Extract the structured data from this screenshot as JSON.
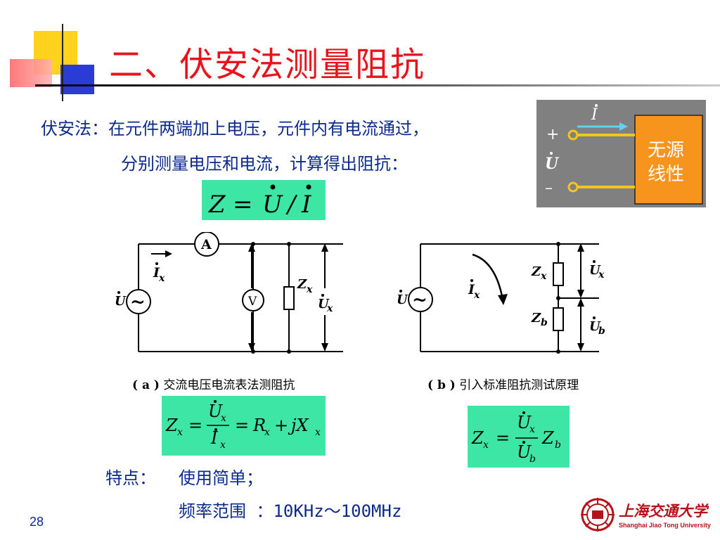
{
  "slide": {
    "title": "二、伏安法测量阻抗",
    "intro_line1": "伏安法：在元件两端加上电压，元件内有电流通过，",
    "intro_line2": "分别测量电压和电流，计算得出阻抗：",
    "formula_main": {
      "z": "Z",
      "eq": "=",
      "u": "U",
      "slash": "/",
      "i": "I"
    },
    "features_label": "特点：",
    "feature1": "使用简单；",
    "feature2": "频率范围 ：10KHz～100MHz",
    "page_number": "28"
  },
  "inset": {
    "plus": "+",
    "minus": "–",
    "u_label": "U",
    "i_label": "I",
    "box_line1": "无源",
    "box_line2": "线性",
    "box_color": "#f7941d",
    "bg_color": "#808080",
    "wire_color": "#f7c31d",
    "arrow_color": "#5fd3e8"
  },
  "circuit_a": {
    "ammeter": "A",
    "voltmeter": "V",
    "current": "I",
    "current_sub": "x",
    "source_u": "U",
    "source_sym": "~",
    "zx": "Z",
    "zx_sub": "x",
    "ux": "U",
    "ux_sub": "x",
    "caption_tag": "( a )",
    "caption": "交流电压电流表法测阻抗"
  },
  "circuit_b": {
    "current": "I",
    "current_sub": "x",
    "source_u": "U",
    "source_sym": "~",
    "zx": "Z",
    "zx_sub": "x",
    "zb": "Z",
    "zb_sub": "b",
    "ux": "U",
    "ux_sub": "x",
    "ub": "U",
    "ub_sub": "b",
    "caption_tag": "( b )",
    "caption": "引入标准阻抗测试原理"
  },
  "formula_a": {
    "z": "Z",
    "z_sub": "x",
    "eq1": "=",
    "num": "U",
    "num_sub": "x",
    "den": "I",
    "den_sub": "x",
    "eq2": "=",
    "r": "R",
    "r_sub": "x",
    "plus": "+",
    "jx": "jX",
    "jx_sub": "x"
  },
  "formula_b": {
    "z": "Z",
    "z_sub": "x",
    "eq": "=",
    "num": "U",
    "num_sub": "x",
    "den": "U",
    "den_sub": "b",
    "zb": "Z",
    "zb_sub": "b"
  },
  "logo": {
    "text_cn": "上海交通大学",
    "text_en": "Shanghai Jiao Tong University",
    "color": "#b5121b"
  },
  "colors": {
    "title": "#e8141c",
    "body_text": "#0b2a8c",
    "formula_bg": "#3ee6a6"
  }
}
